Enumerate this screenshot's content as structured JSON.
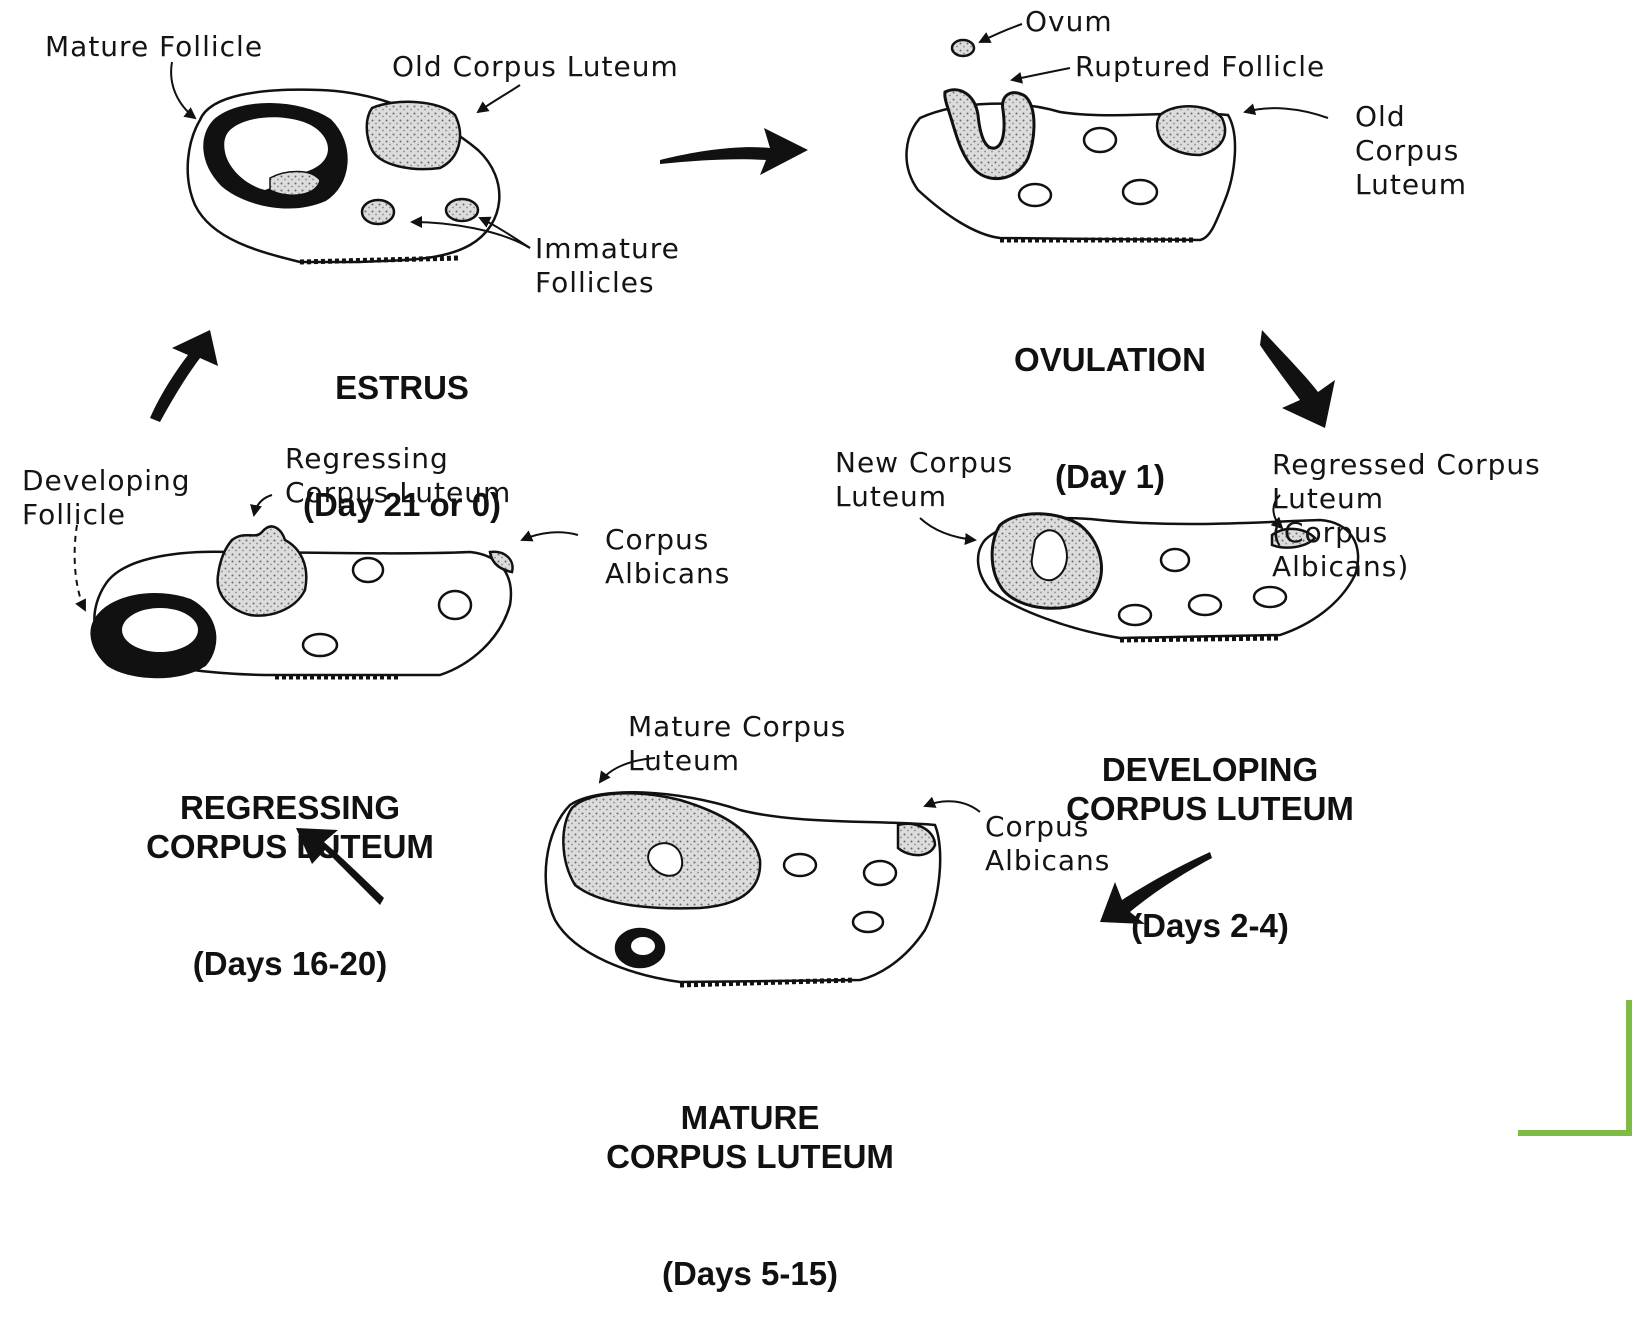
{
  "colors": {
    "ink": "#111111",
    "stipple": "#cfcfcf",
    "accent": "#7dbb45"
  },
  "stages": {
    "estrus": {
      "title": "ESTRUS",
      "subtitle": "(Day 21 or 0)",
      "labels": {
        "mature_follicle": "Mature Follicle",
        "old_corpus_luteum": "Old Corpus Luteum",
        "immature_follicles": "Immature\nFollicles"
      }
    },
    "ovulation": {
      "title": "OVULATION",
      "subtitle": "(Day 1)",
      "labels": {
        "ovum": "Ovum",
        "ruptured_follicle": "Ruptured Follicle",
        "old_corpus_luteum": "Old\nCorpus\nLuteum"
      }
    },
    "developing": {
      "title": "DEVELOPING\nCORPUS LUTEUM",
      "subtitle": "(Days 2-4)",
      "labels": {
        "new_corpus_luteum": "New Corpus\nLuteum",
        "regressed_corpus_luteum": "Regressed Corpus\nLuteum\n(Corpus\nAlbicans)"
      }
    },
    "mature": {
      "title": "MATURE\nCORPUS LUTEUM",
      "subtitle": "(Days 5-15)",
      "labels": {
        "mature_corpus_luteum": "Mature Corpus\nLuteum",
        "corpus_albicans": "Corpus\nAlbicans"
      }
    },
    "regressing": {
      "title": "REGRESSING\nCORPUS LUTEUM",
      "subtitle": "(Days 16-20)",
      "labels": {
        "developing_follicle": "Developing\nFollicle",
        "regressing_corpus_luteum": "Regressing\nCorpus Luteum",
        "corpus_albicans": "Corpus\nAlbicans"
      }
    }
  }
}
